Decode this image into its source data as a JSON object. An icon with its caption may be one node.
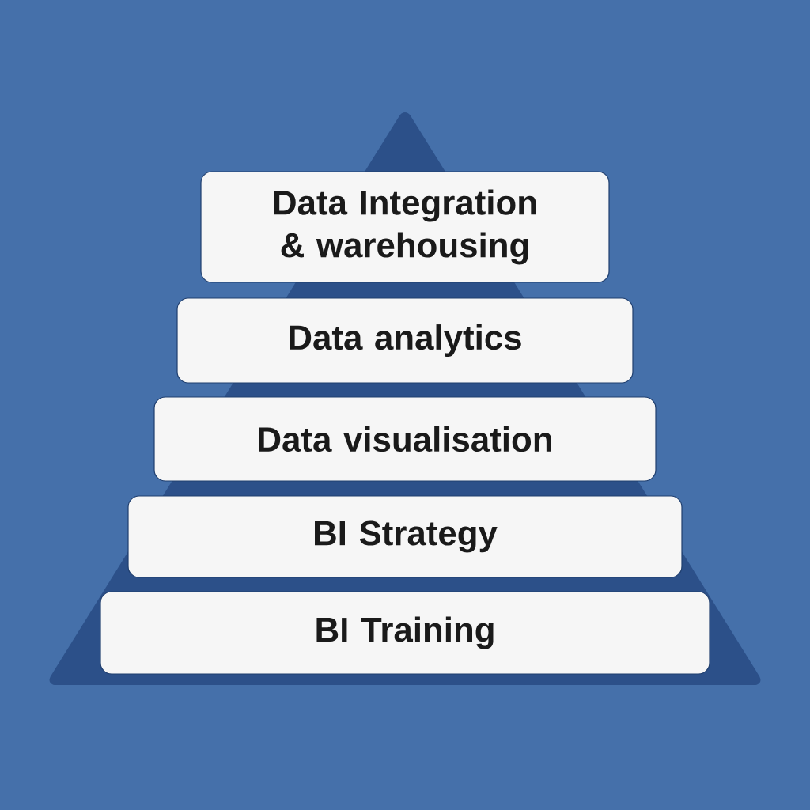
{
  "diagram": {
    "nodes": [
      {
        "text": [
          "Data Integration & warehousing"
        ]
      },
      {
        "text": [
          "Data analytics"
        ]
      },
      {
        "text": [
          "Data visualisation"
        ]
      },
      {
        "text": [
          "BI Strategy"
        ]
      },
      {
        "text": [
          "BI Training"
        ]
      }
    ]
  }
}
